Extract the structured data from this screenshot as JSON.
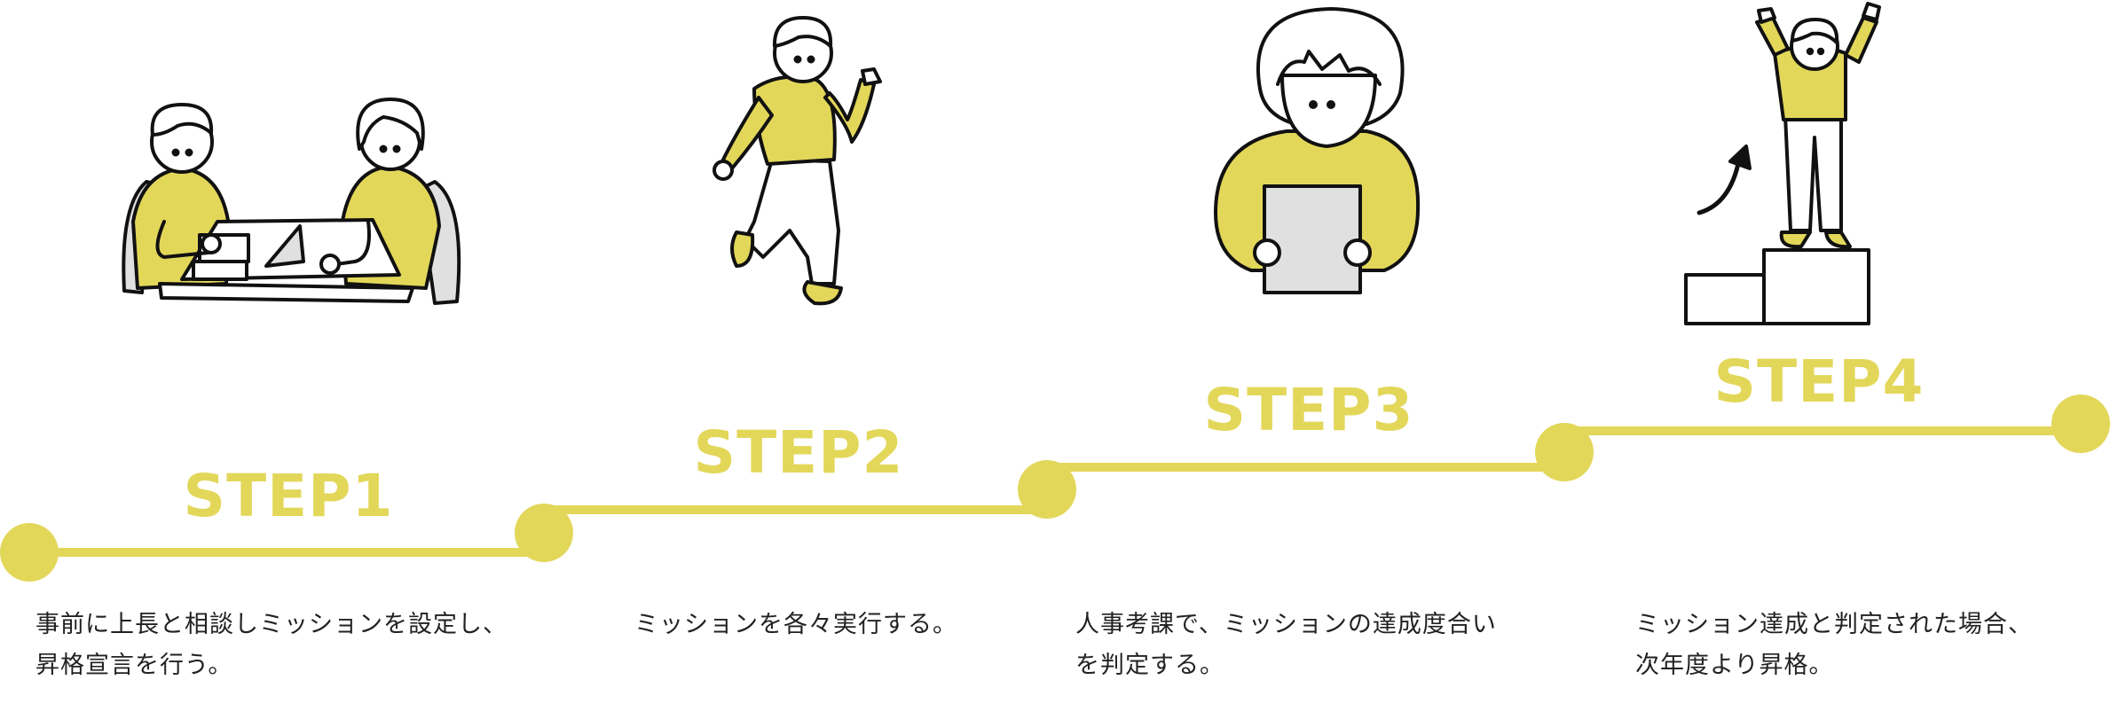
{
  "colors": {
    "accent": "#e3d75a",
    "ink": "#111111",
    "text": "#222222",
    "gray": "#e0e0e0"
  },
  "steps": [
    {
      "title": "STEP1",
      "illustration": "two-people-meeting",
      "desc_lines": [
        "事前に上長と相談しミッションを設定し、",
        "昇格宣言を行う。"
      ]
    },
    {
      "title": "STEP2",
      "illustration": "person-walking",
      "desc_lines": [
        "ミッションを各々実行する。",
        ""
      ]
    },
    {
      "title": "STEP3",
      "illustration": "person-holding-document",
      "desc_lines": [
        "人事考課で、ミッションの達成度合い",
        "を判定する。"
      ]
    },
    {
      "title": "STEP4",
      "illustration": "person-on-podium-cheering",
      "desc_lines": [
        "ミッション達成と判定された場合、",
        "次年度より昇格。"
      ]
    }
  ]
}
